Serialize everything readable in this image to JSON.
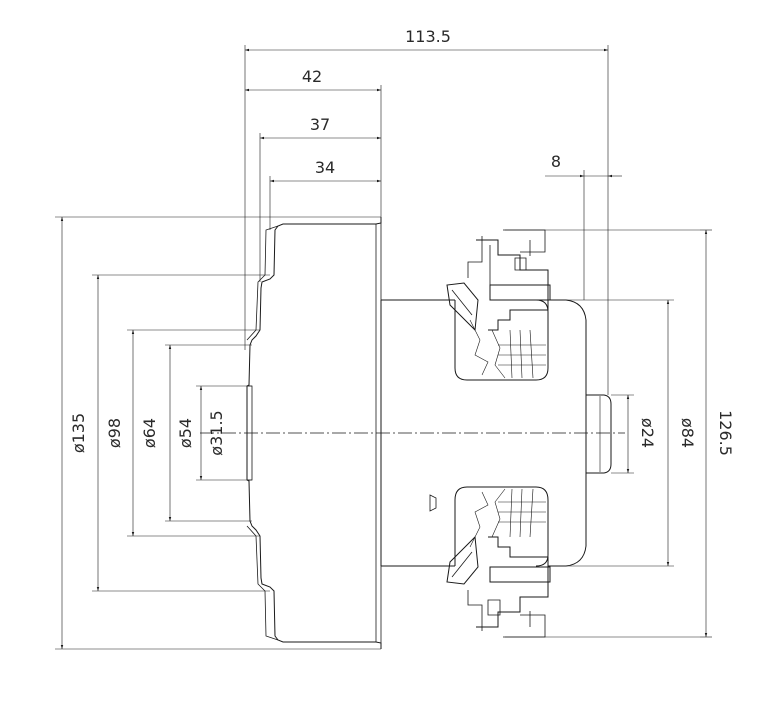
{
  "dimensions": {
    "overall_length": "113.5",
    "length_42": "42",
    "length_37": "37",
    "length_34": "34",
    "offset_8": "8",
    "dia_135": "ø135",
    "dia_98": "ø98",
    "dia_64": "ø64",
    "dia_54": "ø54",
    "dia_31_5": "ø31.5",
    "dia_24": "ø24",
    "dia_84": "ø84",
    "height_126_5": "126.5"
  }
}
